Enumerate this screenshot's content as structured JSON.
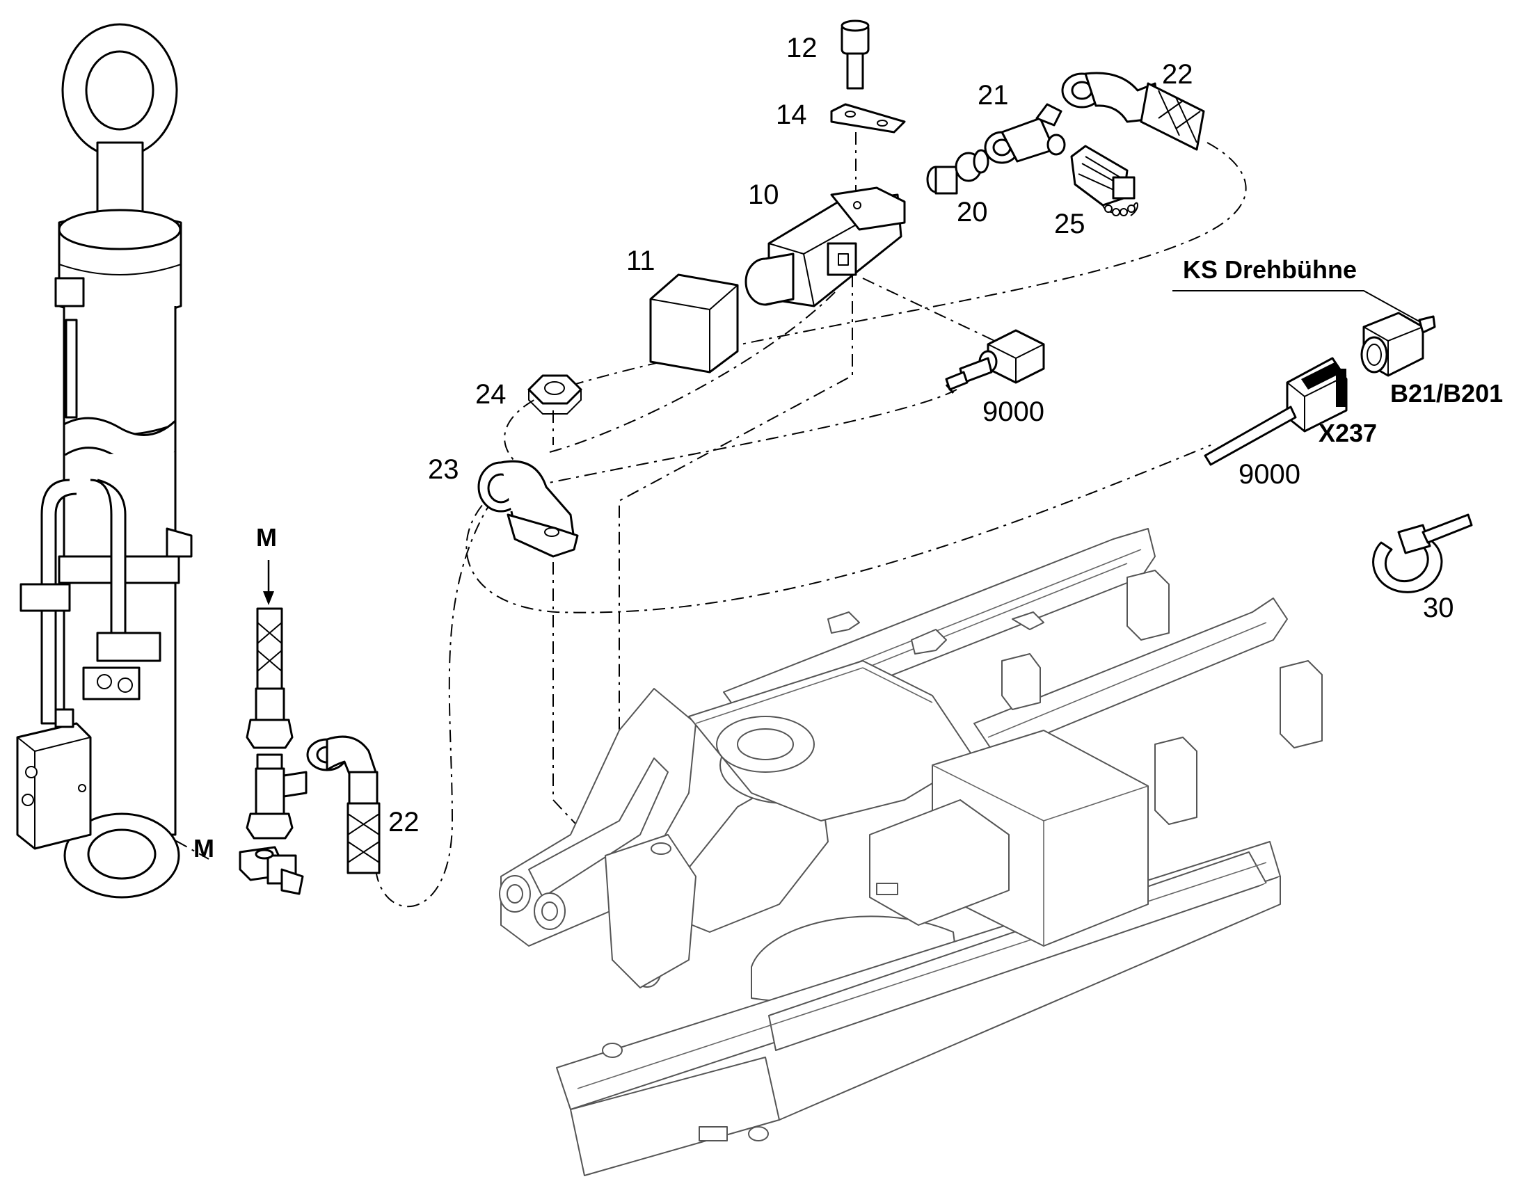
{
  "labels": {
    "p12": "12",
    "p14": "14",
    "p21": "21",
    "p22_top": "22",
    "p10": "10",
    "p20": "20",
    "p25": "25",
    "p11": "11",
    "p24": "24",
    "p23": "23",
    "p9000_sensor": "9000",
    "p9000_plug": "9000",
    "p22_left": "22",
    "p30": "30",
    "m_top": "M",
    "m_left": "M",
    "ks": "KS Drehbühne",
    "b21": "B21/B201",
    "x237": "X237"
  },
  "icons": {
    "cylinder": "hydraulic-cylinder-icon",
    "frame": "excavator-undercarriage-frame-icon"
  }
}
